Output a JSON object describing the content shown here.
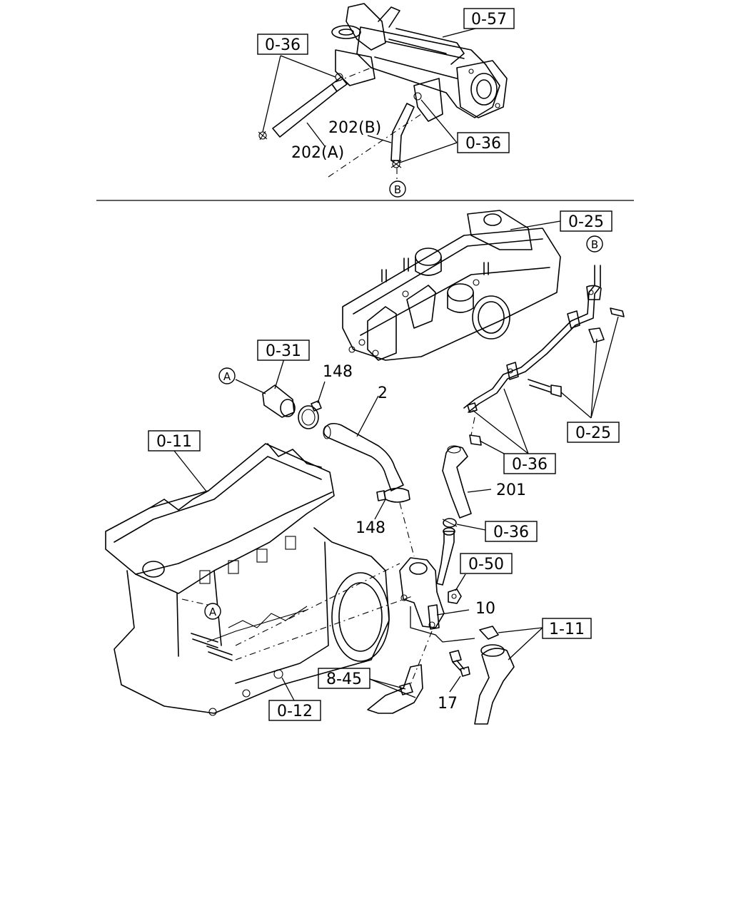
{
  "callouts": {
    "c057": "0-57",
    "c036_top_left": "0-36",
    "c036_top_right": "0-36",
    "c025_top": "0-25",
    "c031": "0-31",
    "c011": "0-11",
    "c025_right": "0-25",
    "c036_mid": "0-36",
    "c036_lower": "0-36",
    "c050": "0-50",
    "c111": "1-11",
    "c845": "8-45",
    "c012": "0-12"
  },
  "part_numbers": {
    "p202a": "202(A)",
    "p202b": "202(B)",
    "p148_top": "148",
    "p2": "2",
    "p148_bottom": "148",
    "p201": "201",
    "p10": "10",
    "p17": "17"
  },
  "markers": {
    "b_top": "B",
    "b_right": "B",
    "a_left": "A",
    "a_engine": "A"
  }
}
